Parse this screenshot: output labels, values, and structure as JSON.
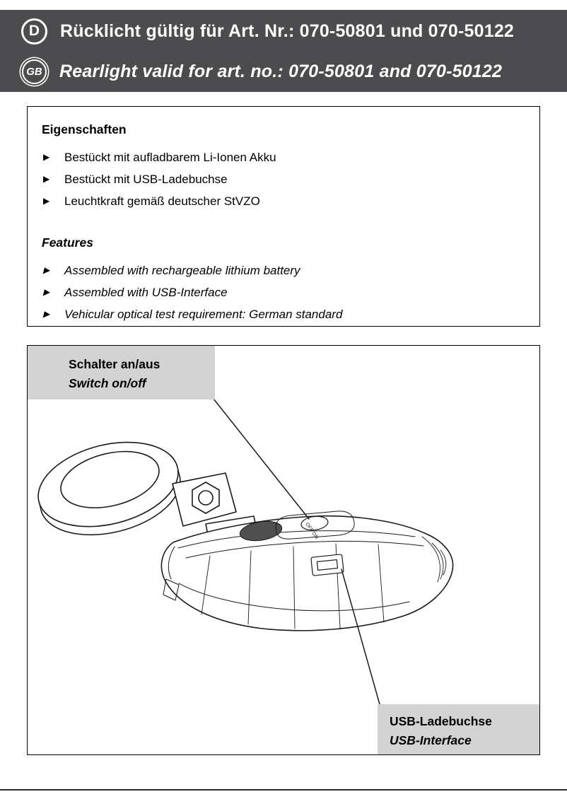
{
  "header": {
    "de": {
      "badge": "D",
      "title": "Rücklicht gültig für Art. Nr.: 070-50801 und 070-50122"
    },
    "en": {
      "badge": "GB",
      "title": "Rearlight valid for art. no.: 070-50801 and 070-50122"
    }
  },
  "features": {
    "bullet": "▶",
    "de": {
      "heading": "Eigenschaften",
      "items": [
        "Bestückt mit aufladbarem Li-Ionen Akku",
        "Bestückt mit USB-Ladebuchse",
        "Leuchtkraft gemäß deutscher StVZO"
      ]
    },
    "en": {
      "heading": "Features",
      "items": [
        "Assembled with rechargeable lithium battery",
        "Assembled with USB-Interface",
        "Vehicular optical test requirement: German standard"
      ]
    }
  },
  "diagram": {
    "switch_label": {
      "de": "Schalter an/aus",
      "en": "Switch on/off"
    },
    "usb_label": {
      "de": "USB-Ladebuchse",
      "en": "USB-Interface"
    },
    "switch_marking": "OFF ON"
  },
  "colors": {
    "header_bg": "#4c4c4e",
    "label_bg": "#d3d3d4",
    "ink": "#1a1a1a"
  }
}
